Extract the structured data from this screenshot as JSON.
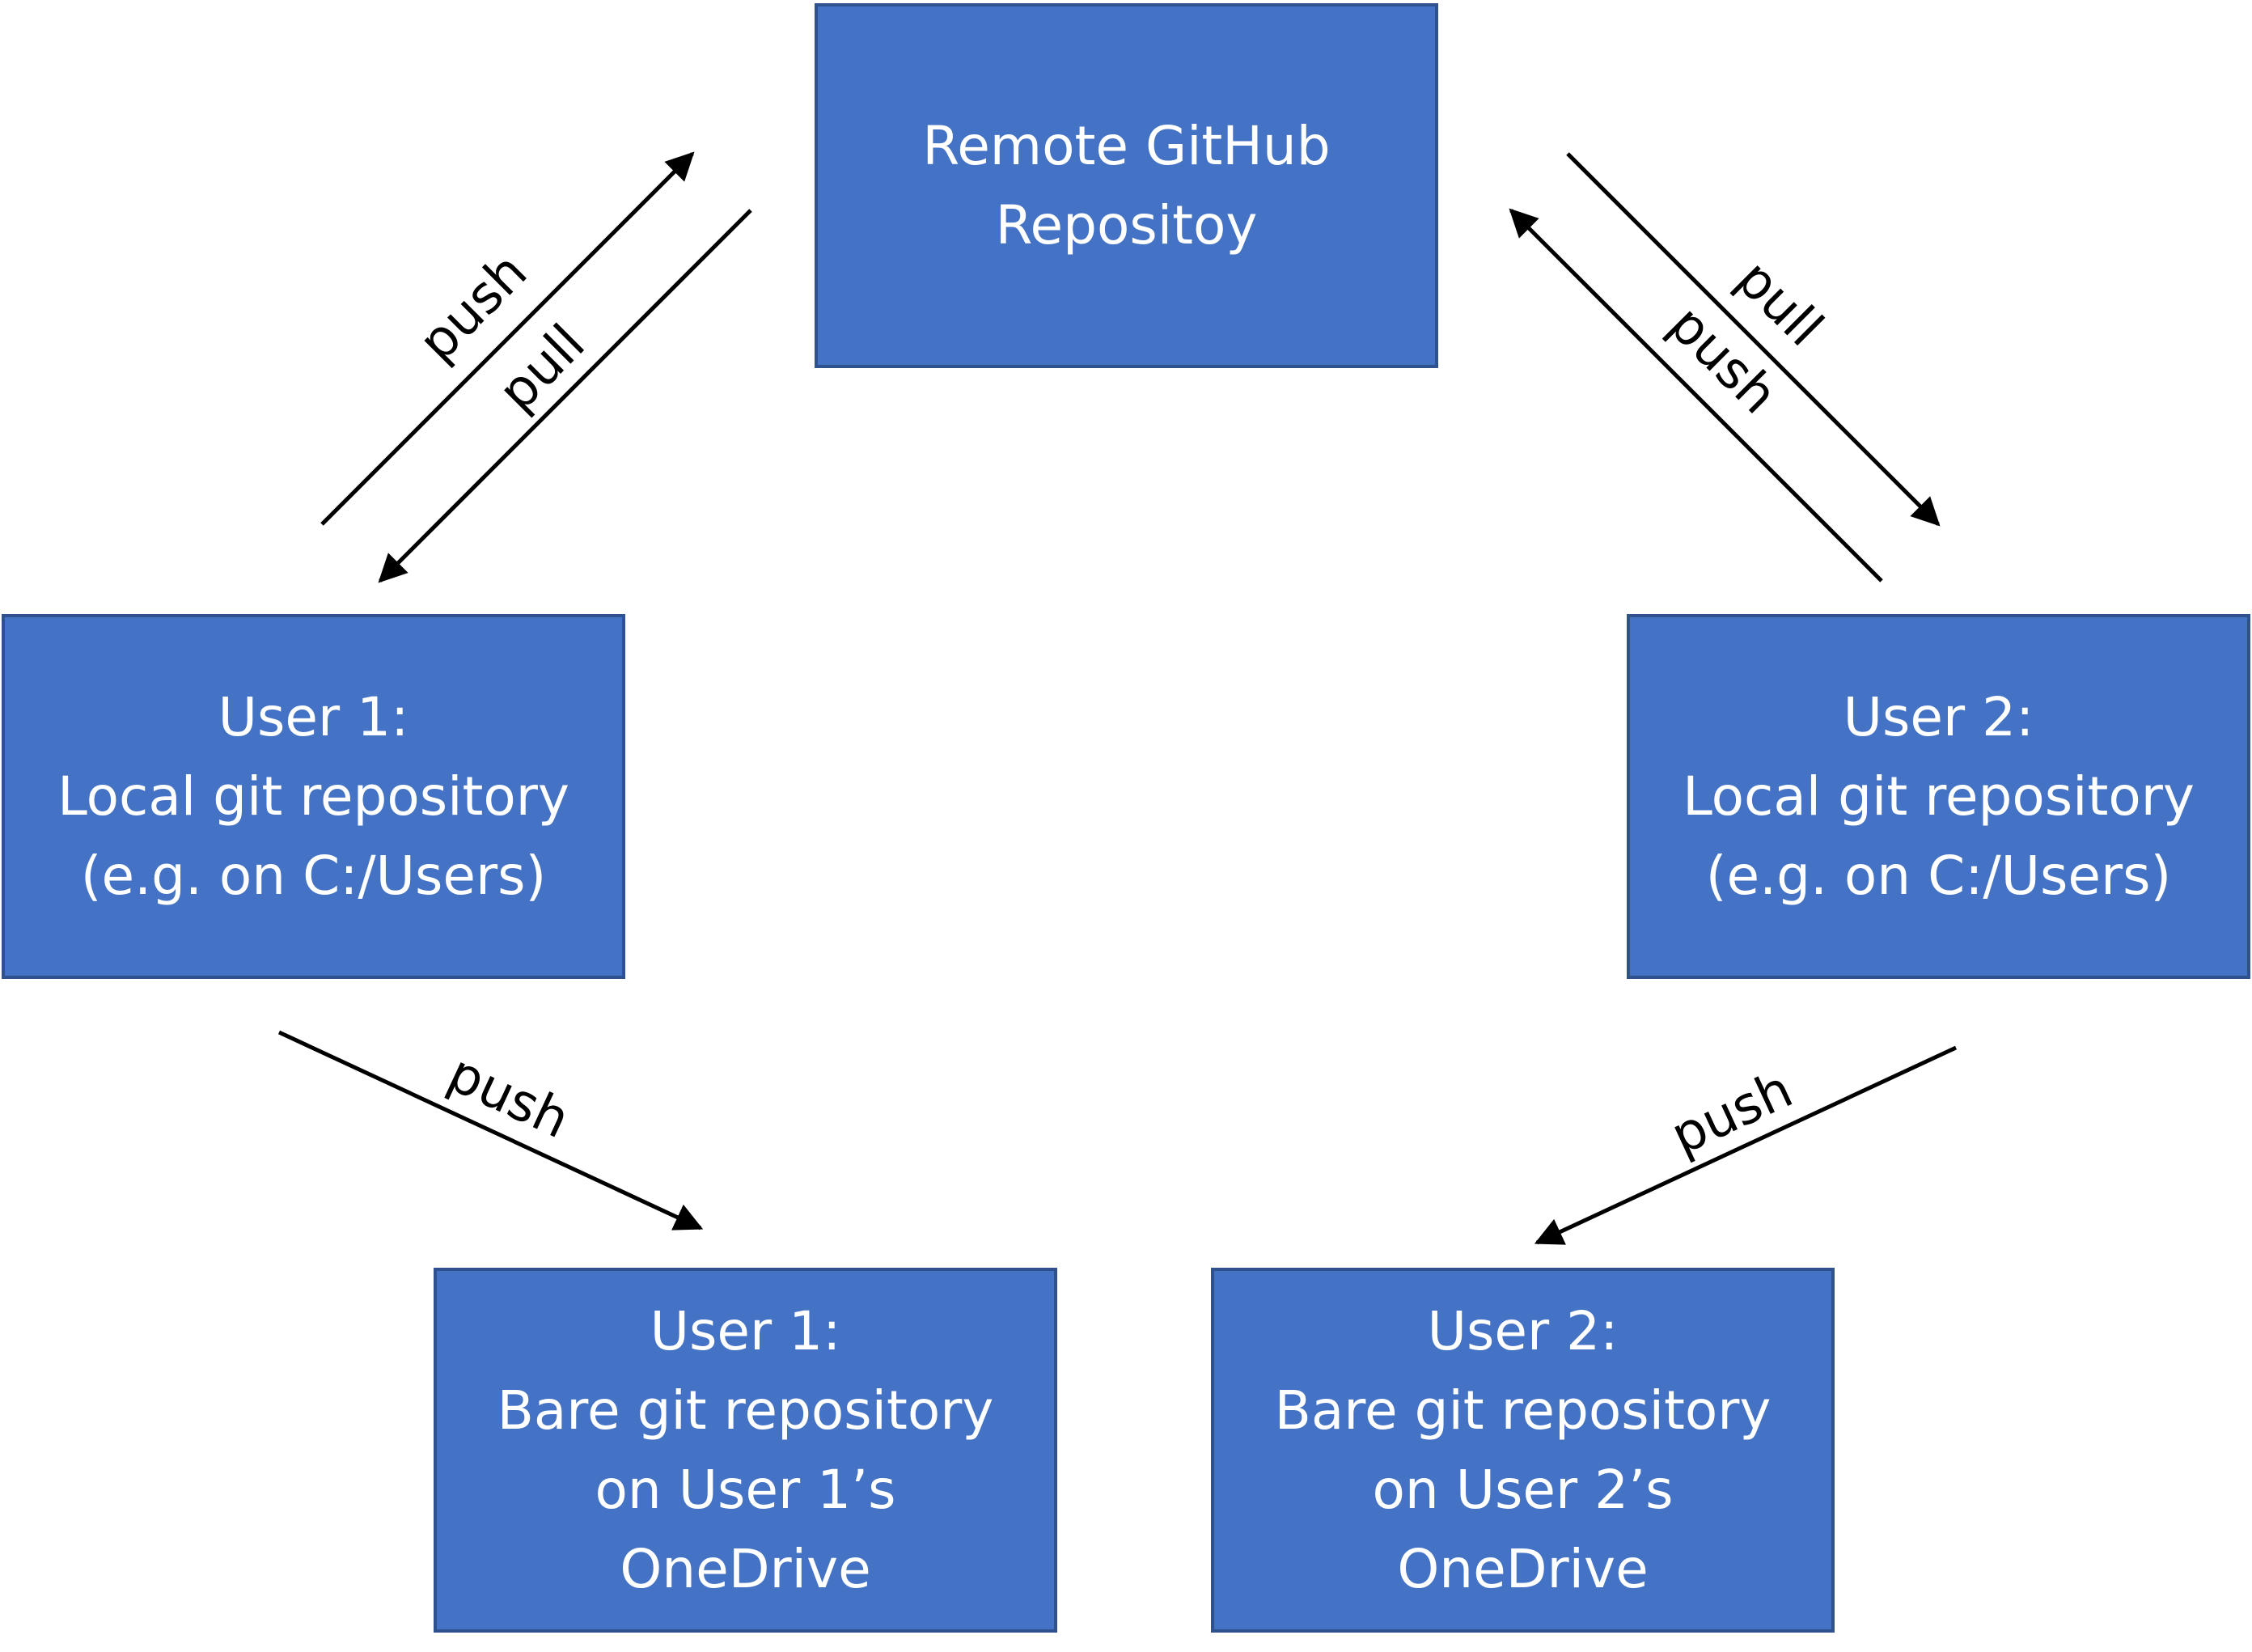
{
  "nodes": {
    "remote": {
      "lines": [
        "Remote GitHub",
        "Repositoy"
      ]
    },
    "user1_local": {
      "lines": [
        "User 1:",
        "Local git repository",
        "(e.g. on C:/Users)"
      ]
    },
    "user2_local": {
      "lines": [
        "User 2:",
        "Local git repository",
        "(e.g. on C:/Users)"
      ]
    },
    "user1_bare": {
      "lines": [
        "User 1:",
        "Bare git repository",
        "on User 1’s",
        "OneDrive"
      ]
    },
    "user2_bare": {
      "lines": [
        "User 2:",
        "Bare git repository",
        "on User 2’s",
        "OneDrive"
      ]
    }
  },
  "edges": {
    "u1_push_remote": {
      "label": "push"
    },
    "remote_pull_u1": {
      "label": "pull"
    },
    "remote_pull_u2": {
      "label": "pull"
    },
    "u2_push_remote": {
      "label": "push"
    },
    "u1_push_bare": {
      "label": "push"
    },
    "u2_push_bare": {
      "label": "push"
    }
  },
  "colors": {
    "box_fill": "#4472C4",
    "box_border": "#2F528F",
    "box_text": "#FFFFFF",
    "arrow": "#000000"
  }
}
